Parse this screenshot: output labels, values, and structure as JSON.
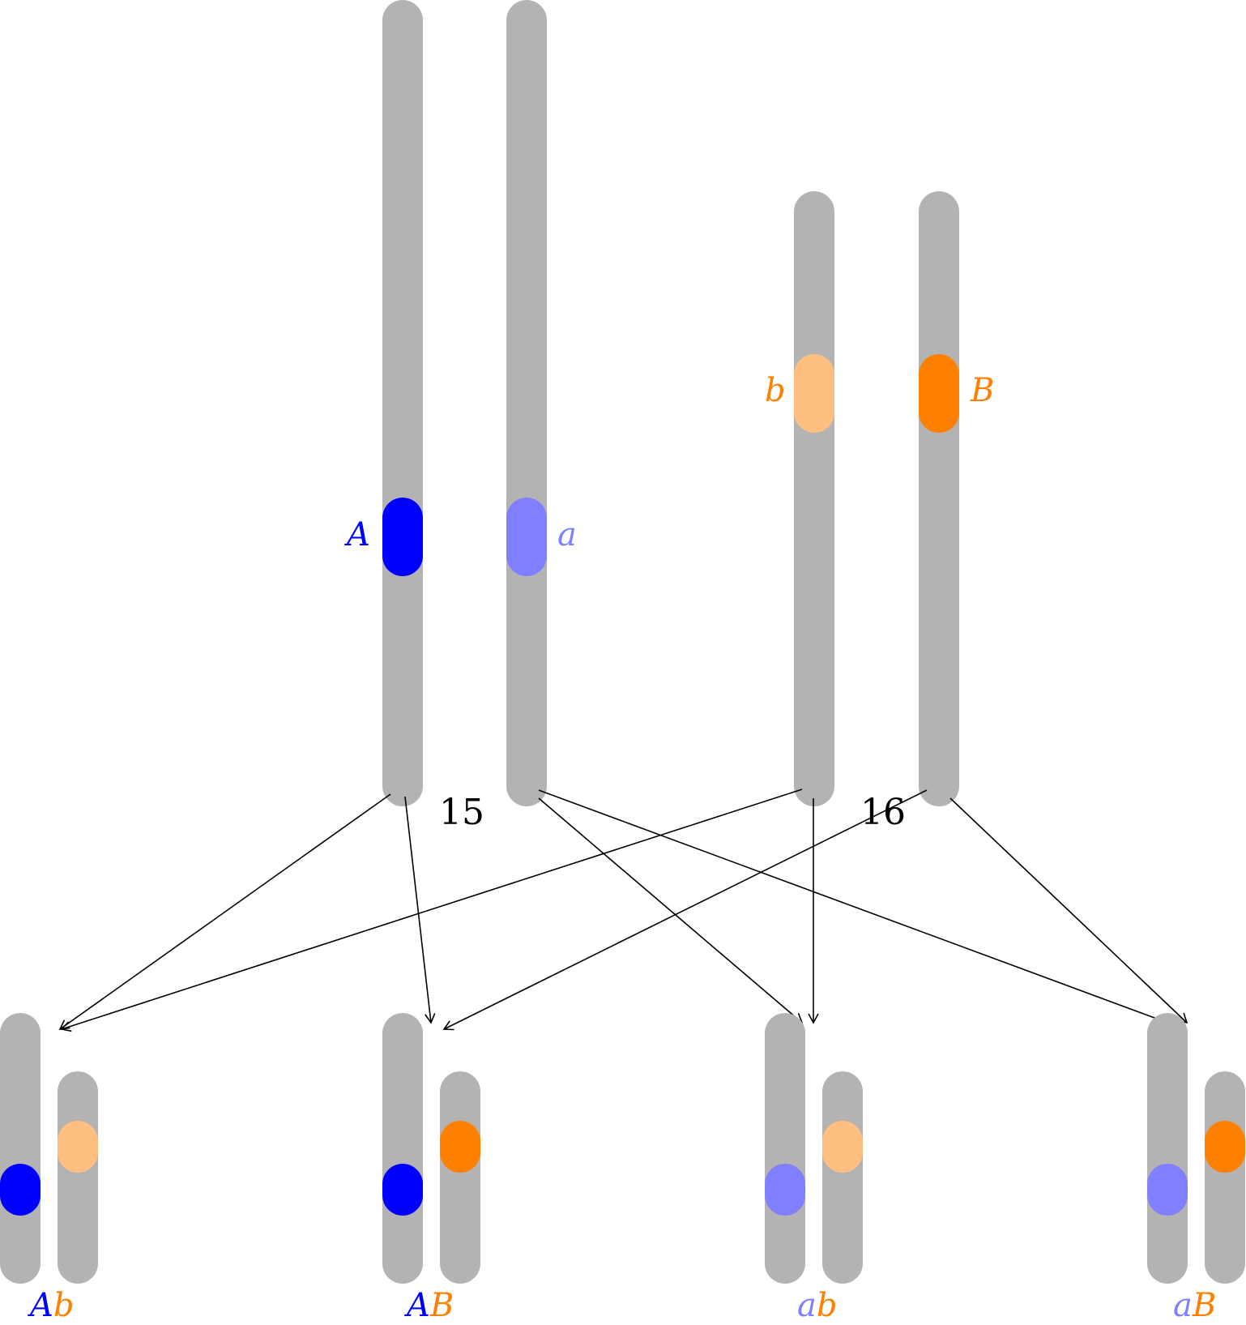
{
  "colors": {
    "chromosome": "#b3b3b3",
    "allele_A": "#0000ff",
    "allele_a": "#8080ff",
    "allele_b": "#ffbf80",
    "allele_B": "#ff8000",
    "arrow": "#000000",
    "background": "#ffffff"
  },
  "chromosome_labels": {
    "left_pair": "15",
    "right_pair": "16"
  },
  "parent_alleles": {
    "A": "A",
    "a": "a",
    "b": "b",
    "B": "B"
  },
  "gametes": [
    {
      "first": "A",
      "second": "b",
      "first_color": "#0000ff",
      "second_color": "#ff8000"
    },
    {
      "first": "A",
      "second": "B",
      "first_color": "#0000ff",
      "second_color": "#ff8000"
    },
    {
      "first": "a",
      "second": "b",
      "first_color": "#8080ff",
      "second_color": "#ff8000"
    },
    {
      "first": "a",
      "second": "B",
      "first_color": "#8080ff",
      "second_color": "#ff8000"
    }
  ]
}
